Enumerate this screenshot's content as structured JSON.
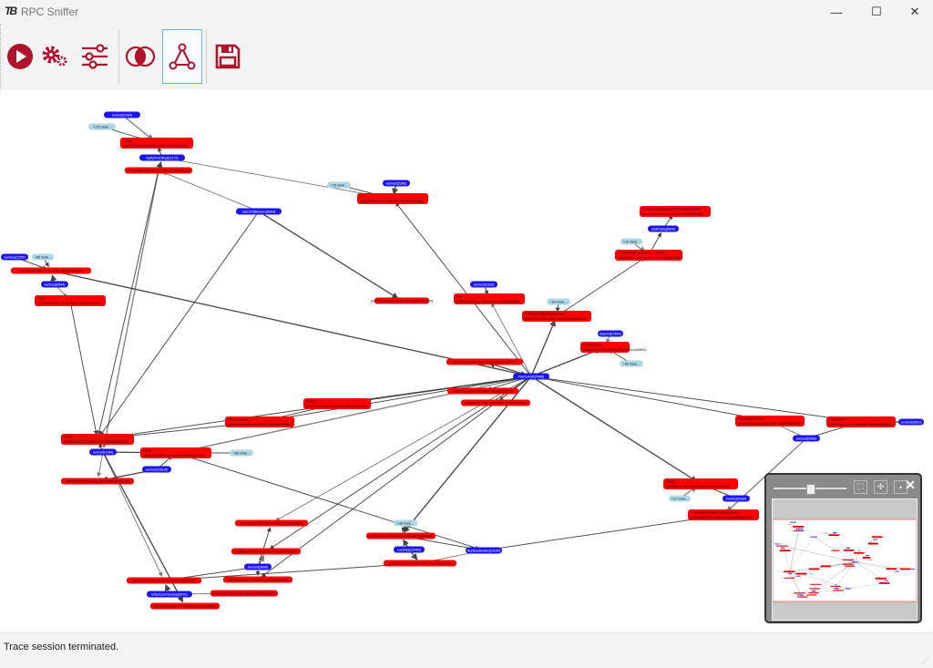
{
  "window": {
    "title": "RPC Sniffer",
    "app_icon_text": "TB",
    "minimize": "—",
    "maximize": "☐",
    "close": "✕"
  },
  "toolbar": {
    "buttons": [
      {
        "id": "start",
        "icon": "play-icon"
      },
      {
        "id": "settings",
        "icon": "gears-icon"
      },
      {
        "id": "filters",
        "icon": "sliders-icon"
      },
      {
        "id": "diff",
        "icon": "venn-icon"
      },
      {
        "id": "graph",
        "icon": "graph-icon",
        "selected": true
      },
      {
        "id": "save",
        "icon": "save-icon"
      }
    ],
    "accent": "#b0142c"
  },
  "graph": {
    "colors": {
      "process": "#1a14f0",
      "endpoint": "#ff0000",
      "more": "#add8e6",
      "edge": "#333333"
    },
    "nodes": [
      {
        "id": "b1",
        "kind": "process",
        "lines": [
          "svchost(1164)"
        ]
      },
      {
        "id": "b2",
        "kind": "process",
        "lines": [
          "SystemSettings(2172)"
        ]
      },
      {
        "id": "b3",
        "kind": "process",
        "lines": [
          "svchost(2260)"
        ]
      },
      {
        "id": "b4",
        "kind": "process",
        "lines": [
          "user32SBBroker(6964)"
        ]
      },
      {
        "id": "b5",
        "kind": "process",
        "lines": [
          "services(1352)"
        ]
      },
      {
        "id": "b6",
        "kind": "process",
        "lines": [
          "svchost(6544)"
        ]
      },
      {
        "id": "b7",
        "kind": "process",
        "lines": [
          "svchost(2192)"
        ]
      },
      {
        "id": "b8",
        "kind": "process",
        "lines": [
          "taskhostw(8900)"
        ]
      },
      {
        "id": "b9",
        "kind": "process",
        "lines": [
          "dasHost(7804)"
        ]
      },
      {
        "id": "b10",
        "kind": "process",
        "lines": [
          "FileCoAuth(7988)"
        ]
      },
      {
        "id": "b11",
        "kind": "process",
        "lines": [
          "svchost(1164)"
        ]
      },
      {
        "id": "b12",
        "kind": "process",
        "lines": [
          "svchost(13816)"
        ]
      },
      {
        "id": "b13",
        "kind": "process",
        "lines": [
          "svchost(2960)"
        ]
      },
      {
        "id": "b14",
        "kind": "process",
        "lines": [
          "svchost(2892)"
        ]
      },
      {
        "id": "b15",
        "kind": "process",
        "lines": [
          "svchost(2960)"
        ]
      },
      {
        "id": "b16",
        "kind": "process",
        "lines": [
          "svchost(3640)"
        ]
      },
      {
        "id": "b17",
        "kind": "process",
        "lines": [
          "WlanConnService(6576)"
        ]
      },
      {
        "id": "b18",
        "kind": "process",
        "lines": [
          "LockApp(10400)"
        ]
      },
      {
        "id": "b19",
        "kind": "process",
        "lines": [
          "RuntimeBroker(14100)"
        ]
      },
      {
        "id": "m1",
        "kind": "more",
        "lines": [
          "+133 more..."
        ]
      },
      {
        "id": "m2",
        "kind": "more",
        "lines": [
          "+15 more..."
        ]
      },
      {
        "id": "m3",
        "kind": "more",
        "lines": [
          "+60 more..."
        ]
      },
      {
        "id": "m4",
        "kind": "more",
        "lines": [
          "+10 more..."
        ]
      },
      {
        "id": "m5",
        "kind": "more",
        "lines": [
          "+60 more..."
        ]
      },
      {
        "id": "m6",
        "kind": "more",
        "lines": [
          "+60 more..."
        ]
      },
      {
        "id": "m7",
        "kind": "more",
        "lines": [
          "+60 more..."
        ]
      },
      {
        "id": "m8",
        "kind": "more",
        "lines": [
          "+38 more..."
        ]
      },
      {
        "id": "m9",
        "kind": "more",
        "lines": [
          "+17 more..."
        ]
      },
      {
        "id": "r1",
        "kind": "endpoint",
        "lines": [
          "Config",
          "{8D1F3C4A-07a1-4be3-9c2d-a0b7f3e1ea4f}"
        ]
      },
      {
        "id": "r2",
        "kind": "endpoint",
        "lines": [
          "{17D2a009-3f9b-4e1a-9a47-2f0cee19ae12}"
        ]
      },
      {
        "id": "r3",
        "kind": "endpoint",
        "lines": [
          "ncr",
          "{7ba73e43-5bc1-4ba6-9f89-4e2f15d2e09a}"
        ]
      },
      {
        "id": "r4",
        "kind": "endpoint",
        "lines": [
          "C:\\Windows\\System32\\WindowsRuntime",
          "{9e0c1f7c-0c3b-4c3b-a2f0-3f0e8d5d0b8f}"
        ]
      },
      {
        "id": "r5",
        "kind": "endpoint",
        "lines": [
          "C:\\Windows\\System32\\combase",
          "{eaa73ea3-0a1e-4a08-9a7f-c1c2f5c6e7d8}"
        ]
      },
      {
        "id": "r6",
        "kind": "endpoint",
        "lines": [
          "{2b7aee4f-966c-421a-b2b1-8f7f3e2d1c10}"
        ]
      },
      {
        "id": "r7",
        "kind": "endpoint",
        "lines": [
          "Fsdb",
          "{4b4d96e4-51f1-47c1-9a47-7d3f5c2b1e0a}"
        ]
      },
      {
        "id": "r8",
        "kind": "endpoint",
        "lines": [
          "{0a79a1c5-3d2e-4c1b-bf8e-1f6d4a3c2b19}"
        ]
      },
      {
        "id": "r9",
        "kind": "endpoint",
        "lines": [
          "tpm",
          "{4d8e5e52-0d14-4b83-a3d1-2cd4c8f9e3aa}"
        ]
      },
      {
        "id": "r10",
        "kind": "endpoint",
        "lines": [
          "C:\\Windows\\System32\\shell",
          "{c9e1f3a7-0b6e-4d93-aa3f-0de2c1a5b7f4}"
        ]
      },
      {
        "id": "r11",
        "kind": "endpoint",
        "lines": [
          "ComRuntime",
          "{0fbcd2a0-7a9d-4d86-b2d5-2c4b1a3e5f60}"
        ]
      },
      {
        "id": "r12",
        "kind": "endpoint",
        "lines": [
          "{3ee6b1a5-06d7-4cda-9d4a-1b0f9c3e2d71}"
        ]
      },
      {
        "id": "r13",
        "kind": "endpoint",
        "lines": [
          "{1f8d6c7e-35f3-4f5a-b4e2-9e16f7a2c01d}"
        ]
      },
      {
        "id": "r14",
        "kind": "endpoint",
        "lines": [
          "{28a0e3f4-17a9-4b2c-b8de-3f1c9a6a1b42}"
        ]
      },
      {
        "id": "r15",
        "kind": "endpoint",
        "lines": [
          "FsaQs",
          "{c9f2c3e1-6d4b-4d6f-b1ef-90dc2e4a0c3b}"
        ]
      },
      {
        "id": "r16",
        "kind": "endpoint",
        "lines": [
          "RemoteAccess",
          "{a6ef3b1a-4e3b-4a79-9db2-1f9e3a2c5b8e}"
        ]
      },
      {
        "id": "r17",
        "kind": "endpoint",
        "lines": [
          "Fsadb",
          "{00000136-0000-0000-c000-000000000046}"
        ]
      },
      {
        "id": "r18",
        "kind": "endpoint",
        "lines": [
          "Fsadb",
          "{a61e17a4-8b1f-4e8c-9b6d-c43ff1a2b7c0}"
        ]
      },
      {
        "id": "r19",
        "kind": "endpoint",
        "lines": [
          "{00000134-0000-0000-c000-000000000046}"
        ]
      },
      {
        "id": "r20",
        "kind": "endpoint",
        "lines": [
          "PolicyAgentProxy",
          "{0bd76e05-4c5b-4d11-9e37-3a8e58b9e1f2}"
        ]
      },
      {
        "id": "r21",
        "kind": "endpoint",
        "lines": [
          "ChannelEnc",
          "{30571e4c-2c07-4b58-a6e7-ee1f9a3d0b11}"
        ]
      },
      {
        "id": "r22",
        "kind": "endpoint",
        "lines": [
          "dnsap",
          "{0e57aa2c-1a3d-4d6a-9f8c-5b7e4c3d2a19}"
        ]
      },
      {
        "id": "r23",
        "kind": "endpoint",
        "lines": [
          "C:\\Windows\\System32\\Accounts",
          "{d7b4a8e0-3f12-4e2c-bb31-0c6f5e4d3a2b}"
        ]
      },
      {
        "id": "r24",
        "kind": "endpoint",
        "lines": [
          "{8a28e4f2-9d07-45b1-bd4c-2f1e0c9a3b5d}"
        ]
      },
      {
        "id": "r25",
        "kind": "endpoint",
        "lines": [
          "{3a5f6e1c-0b8d-4c2a-91f4-7e6d5c4b3a20}"
        ]
      },
      {
        "id": "r26",
        "kind": "endpoint",
        "lines": [
          "{00000131-0000-0000-c000-000000000046}"
        ]
      },
      {
        "id": "r27",
        "kind": "endpoint",
        "lines": [
          "{5ffbf6c9-3a1e-4b7d-8c2f-1e0d9a8b7c6e}"
        ]
      },
      {
        "id": "r28",
        "kind": "endpoint",
        "lines": [
          "{a71efabc-37fe-4c1d-9b02-4f17eea5c2e3}"
        ]
      },
      {
        "id": "r29",
        "kind": "endpoint",
        "lines": [
          "{4ba3c5d2-18e6-4f7a-a3c9-0d2e1f8b9a6c}"
        ]
      },
      {
        "id": "r30",
        "kind": "endpoint",
        "lines": [
          "{b7e9f1a3-2c4d-4e5f-8a6b-7c8d9e0f1a2b}"
        ]
      },
      {
        "id": "r31",
        "kind": "endpoint",
        "lines": [
          "{2f1ac4d6-3e5b-4c7a-9d8e-0f1a2b3c4d5e}"
        ]
      }
    ],
    "edges": [
      [
        "b1",
        "r1"
      ],
      [
        "m1",
        "r1"
      ],
      [
        "b2",
        "r1"
      ],
      [
        "r2",
        "b2"
      ],
      [
        "b2",
        "r3"
      ],
      [
        "m2",
        "r3"
      ],
      [
        "b3",
        "r3"
      ],
      [
        "b10",
        "r3"
      ],
      [
        "b4",
        "r2"
      ],
      [
        "b4",
        "r8"
      ],
      [
        "b4",
        "r17"
      ],
      [
        "r2",
        "r17"
      ],
      [
        "r2",
        "b11"
      ],
      [
        "b5",
        "r6"
      ],
      [
        "m3",
        "r6"
      ],
      [
        "b6",
        "r6"
      ],
      [
        "b6",
        "r7"
      ],
      [
        "r7",
        "r17"
      ],
      [
        "r6",
        "b10"
      ],
      [
        "b7",
        "r9"
      ],
      [
        "b10",
        "r9"
      ],
      [
        "b10",
        "r10"
      ],
      [
        "m5",
        "r10"
      ],
      [
        "r10",
        "r5"
      ],
      [
        "m4",
        "r5"
      ],
      [
        "r5",
        "b8"
      ],
      [
        "b8",
        "r4"
      ],
      [
        "b10",
        "r11"
      ],
      [
        "b9",
        "r11"
      ],
      [
        "m6",
        "r11"
      ],
      [
        "b10",
        "r12"
      ],
      [
        "b10",
        "r13"
      ],
      [
        "b10",
        "r14"
      ],
      [
        "b10",
        "r15"
      ],
      [
        "b10",
        "r16"
      ],
      [
        "b10",
        "r17"
      ],
      [
        "b10",
        "r18"
      ],
      [
        "b10",
        "r20"
      ],
      [
        "b10",
        "r21"
      ],
      [
        "b10",
        "r22"
      ],
      [
        "b10",
        "r24"
      ],
      [
        "b10",
        "r25"
      ],
      [
        "b10",
        "r26"
      ],
      [
        "b10",
        "r27"
      ],
      [
        "b13",
        "r20"
      ],
      [
        "b14",
        "r21"
      ],
      [
        "b13",
        "r21"
      ],
      [
        "b15",
        "r22"
      ],
      [
        "m9",
        "r22"
      ],
      [
        "r15",
        "r16"
      ],
      [
        "b11",
        "r17"
      ],
      [
        "b11",
        "r18"
      ],
      [
        "b11",
        "r19"
      ],
      [
        "b12",
        "r18"
      ],
      [
        "b12",
        "r19"
      ],
      [
        "m7",
        "r18"
      ],
      [
        "b11",
        "r29"
      ],
      [
        "b11",
        "r31"
      ],
      [
        "r18",
        "b19"
      ],
      [
        "b16",
        "r24"
      ],
      [
        "b16",
        "r25"
      ],
      [
        "b16",
        "r27"
      ],
      [
        "b16",
        "r29"
      ],
      [
        "b17",
        "r29"
      ],
      [
        "b17",
        "r30"
      ],
      [
        "b19",
        "r23"
      ],
      [
        "b18",
        "r26"
      ],
      [
        "b19",
        "r26"
      ],
      [
        "b19",
        "r28"
      ],
      [
        "b18",
        "r28"
      ],
      [
        "m8",
        "r26"
      ],
      [
        "r28",
        "r29"
      ],
      [
        "b13",
        "r23"
      ],
      [
        "r16",
        "r17"
      ]
    ]
  },
  "status": {
    "text": "Trace session terminated."
  }
}
